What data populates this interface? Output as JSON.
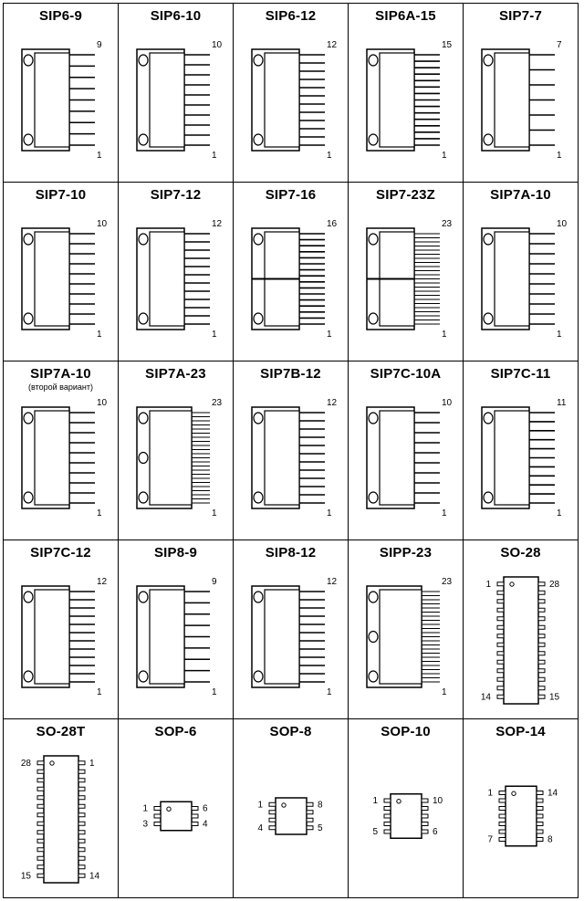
{
  "packages": [
    {
      "name": "SIP6-9",
      "kind": "sip",
      "pins": 9,
      "top": "9",
      "bottom": "1",
      "heatsink": "tab"
    },
    {
      "name": "SIP6-10",
      "kind": "sip",
      "pins": 10,
      "top": "10",
      "bottom": "1",
      "heatsink": "frame"
    },
    {
      "name": "SIP6-12",
      "kind": "sip",
      "pins": 12,
      "top": "12",
      "bottom": "1",
      "heatsink": "frame"
    },
    {
      "name": "SIP6A-15",
      "kind": "sip",
      "pins": 15,
      "top": "15",
      "bottom": "1",
      "heatsink": "frame"
    },
    {
      "name": "SIP7-7",
      "kind": "sip",
      "pins": 7,
      "top": "7",
      "bottom": "1",
      "heatsink": "small"
    },
    {
      "name": "SIP7-10",
      "kind": "sip",
      "pins": 10,
      "top": "10",
      "bottom": "1",
      "heatsink": "small"
    },
    {
      "name": "SIP7-12",
      "kind": "sip",
      "pins": 12,
      "top": "12",
      "bottom": "1",
      "heatsink": "frame"
    },
    {
      "name": "SIP7-16",
      "kind": "sip",
      "pins": 16,
      "top": "16",
      "bottom": "1",
      "heatsink": "double"
    },
    {
      "name": "SIP7-23Z",
      "kind": "sip",
      "pins": 23,
      "top": "23",
      "bottom": "1",
      "heatsink": "double"
    },
    {
      "name": "SIP7A-10",
      "kind": "sip",
      "pins": 10,
      "top": "10",
      "bottom": "1",
      "heatsink": "small"
    },
    {
      "name": "SIP7A-10",
      "subtitle": "(второй вариант)",
      "kind": "sip",
      "pins": 10,
      "top": "10",
      "bottom": "1",
      "heatsink": "tab"
    },
    {
      "name": "SIP7A-23",
      "kind": "sip",
      "pins": 23,
      "top": "23",
      "bottom": "1",
      "heatsink": "wide"
    },
    {
      "name": "SIP7B-12",
      "kind": "sip",
      "pins": 12,
      "top": "12",
      "bottom": "1",
      "heatsink": "tab"
    },
    {
      "name": "SIP7C-10A",
      "kind": "sip",
      "pins": 10,
      "top": "10",
      "bottom": "1",
      "heatsink": "tab"
    },
    {
      "name": "SIP7C-11",
      "kind": "sip",
      "pins": 11,
      "top": "11",
      "bottom": "1",
      "heatsink": "tab"
    },
    {
      "name": "SIP7C-12",
      "kind": "sip",
      "pins": 12,
      "top": "12",
      "bottom": "1",
      "heatsink": "tab"
    },
    {
      "name": "SIP8-9",
      "kind": "sip",
      "pins": 9,
      "top": "9",
      "bottom": "1",
      "heatsink": "small"
    },
    {
      "name": "SIP8-12",
      "kind": "sip",
      "pins": 12,
      "top": "12",
      "bottom": "1",
      "heatsink": "tab"
    },
    {
      "name": "SIPP-23",
      "kind": "sip",
      "pins": 23,
      "top": "23",
      "bottom": "1",
      "heatsink": "wide"
    },
    {
      "name": "SO-28",
      "kind": "so",
      "pins_per_side": 14,
      "tl": "1",
      "tr": "28",
      "bl": "14",
      "br": "15"
    },
    {
      "name": "SO-28T",
      "kind": "so",
      "pins_per_side": 14,
      "tl": "28",
      "tr": "1",
      "bl": "15",
      "br": "14"
    },
    {
      "name": "SOP-6",
      "kind": "so",
      "pins_per_side": 3,
      "tl": "1",
      "tr": "6",
      "bl": "3",
      "br": "4"
    },
    {
      "name": "SOP-8",
      "kind": "so",
      "pins_per_side": 4,
      "tl": "1",
      "tr": "8",
      "bl": "4",
      "br": "5"
    },
    {
      "name": "SOP-10",
      "kind": "so",
      "pins_per_side": 5,
      "tl": "1",
      "tr": "10",
      "bl": "5",
      "br": "6"
    },
    {
      "name": "SOP-14",
      "kind": "so",
      "pins_per_side": 7,
      "tl": "1",
      "tr": "14",
      "bl": "7",
      "br": "8"
    }
  ]
}
